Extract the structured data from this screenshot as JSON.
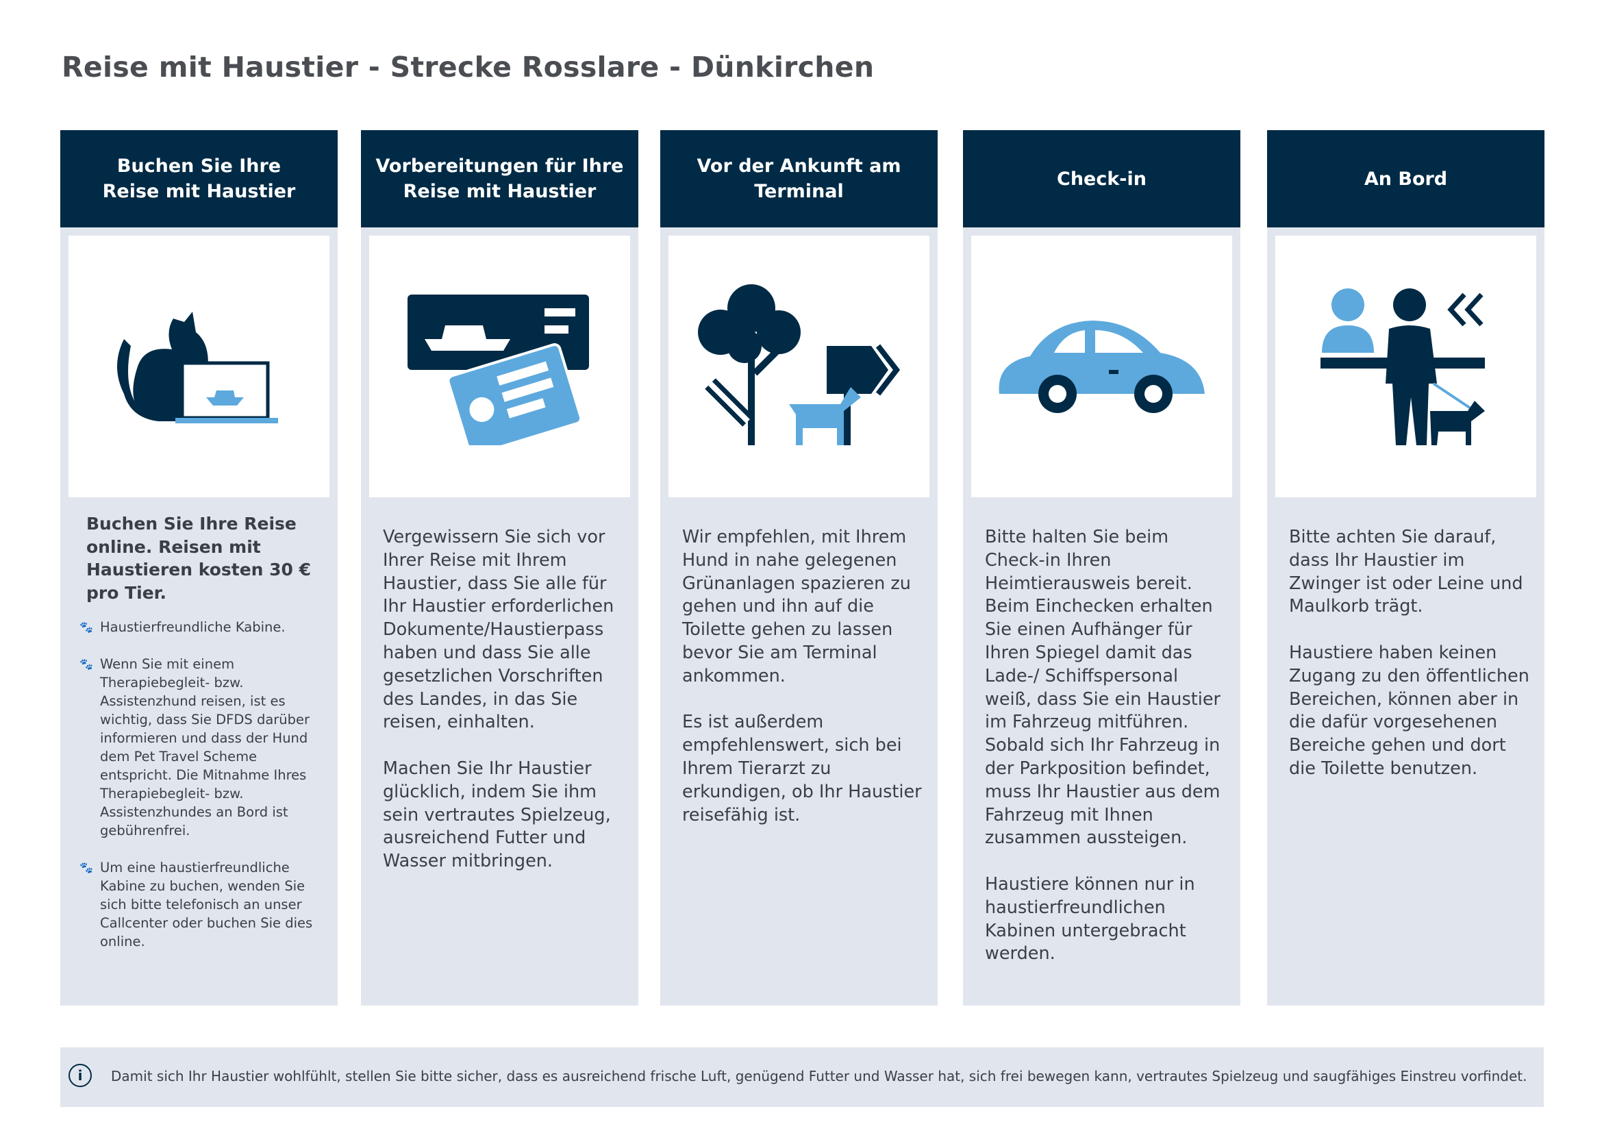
{
  "title": "Reise mit Haustier - Strecke Rosslare - Dünkirchen",
  "columns": [
    {
      "header": "Buchen Sie Ihre\nReise mit Haustier",
      "icon": "cat-laptop-icon",
      "lead": "Buchen Sie Ihre Reise online. Reisen mit Haustieren kosten 30 € pro Tier.",
      "bullets": [
        "Haustierfreundliche Kabine.",
        "Wenn Sie mit einem Therapiebegleit- bzw. Assistenzhund reisen, ist es wichtig, dass Sie DFDS darüber informieren und dass der Hund dem Pet Travel Scheme entspricht. Die Mitnahme Ihres Therapiebegleit- bzw. Assistenzhundes an Bord ist gebührenfrei.",
        "Um eine haustierfreundliche Kabine zu buchen, wenden Sie sich bitte telefonisch an unser Callcenter oder buchen Sie dies online."
      ]
    },
    {
      "header": "Vorbereitungen für Ihre\nReise mit Haustier",
      "icon": "ticket-passport-icon",
      "paragraphs": [
        "Vergewissern Sie sich vor Ihrer Reise mit Ihrem Haustier, dass Sie alle für Ihr Haustier erforderlichen Dokumente/Haustierpass haben und dass Sie alle gesetzlichen Vorschriften des Landes, in das Sie reisen, einhalten.",
        "Machen Sie Ihr Haustier glücklich, indem Sie ihm sein vertrautes Spielzeug, ausreichend Futter und Wasser mitbringen."
      ]
    },
    {
      "header": "Vor der Ankunft am\nTerminal",
      "icon": "dog-park-icon",
      "paragraphs": [
        "Wir empfehlen, mit Ihrem Hund in nahe gelegenen Grünanlagen spazieren zu gehen und ihn auf die Toilette gehen zu lassen bevor Sie am Terminal ankommen.",
        "Es ist außerdem empfehlenswert, sich bei Ihrem Tierarzt zu erkundigen, ob Ihr Haustier reisefähig ist."
      ]
    },
    {
      "header": "Check-in",
      "icon": "car-icon",
      "paragraphs": [
        "Bitte halten Sie beim Check-in Ihren Heimtierausweis bereit. Beim Einchecken erhalten Sie einen Aufhänger für Ihren Spiegel damit das Lade-/ Schiffspersonal weiß, dass Sie ein Haustier im Fahrzeug mitführen. Sobald sich Ihr Fahrzeug in der Parkposition befindet, muss Ihr Haustier aus dem Fahrzeug mit Ihnen zusammen aussteigen.",
        "Haustiere können nur in haustierfreundlichen Kabinen untergebracht werden."
      ]
    },
    {
      "header": "An Bord",
      "icon": "onboard-dog-icon",
      "paragraphs": [
        "Bitte achten Sie darauf, dass Ihr Haustier im Zwinger ist oder Leine und Maulkorb trägt.",
        "Haustiere haben keinen Zugang zu den öffentlichen Bereichen, können aber in die dafür vorgesehenen Bereiche gehen und dort die Toilette benutzen."
      ]
    }
  ],
  "footer": {
    "icon": "info-icon",
    "text": "Damit sich Ihr Haustier wohlfühlt, stellen Sie bitte sicher, dass es ausreichend frische Luft, genügend Futter und Wasser hat, sich frei bewegen kann, vertrautes Spielzeug und saugfähiges Einstreu vorfindet."
  },
  "colors": {
    "navy": "#002a45",
    "light_blue": "#5da9dd",
    "panel": "#e1e6ee"
  }
}
